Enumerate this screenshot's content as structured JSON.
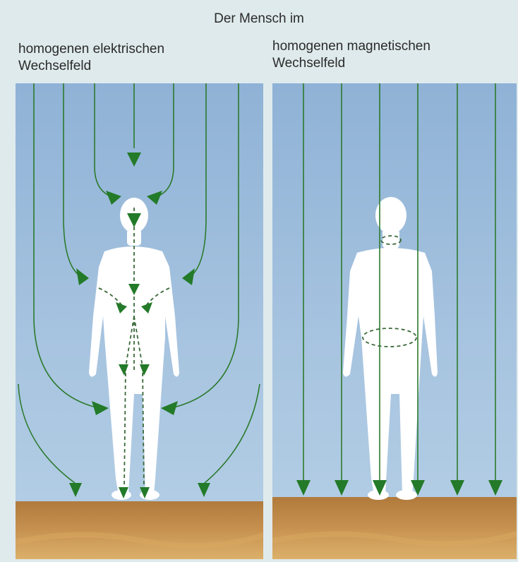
{
  "header": {
    "title": "Der Mensch im"
  },
  "panels": {
    "electric": {
      "caption_line1": "homogenen elektrischen",
      "caption_line2": "Wechselfeld"
    },
    "magnetic": {
      "caption_line1": "homogenen magnetischen",
      "caption_line2": "Wechselfeld"
    }
  },
  "colors": {
    "sky_top": "#8fb2d6",
    "sky_bottom": "#b2cde4",
    "field_line": "#2c7a2c",
    "arrow": "#237a28",
    "body": "#ffffff",
    "ground": "#c08a45"
  },
  "icons": {
    "person": "human-figure-silhouette",
    "arrow": "arrowhead-down"
  }
}
